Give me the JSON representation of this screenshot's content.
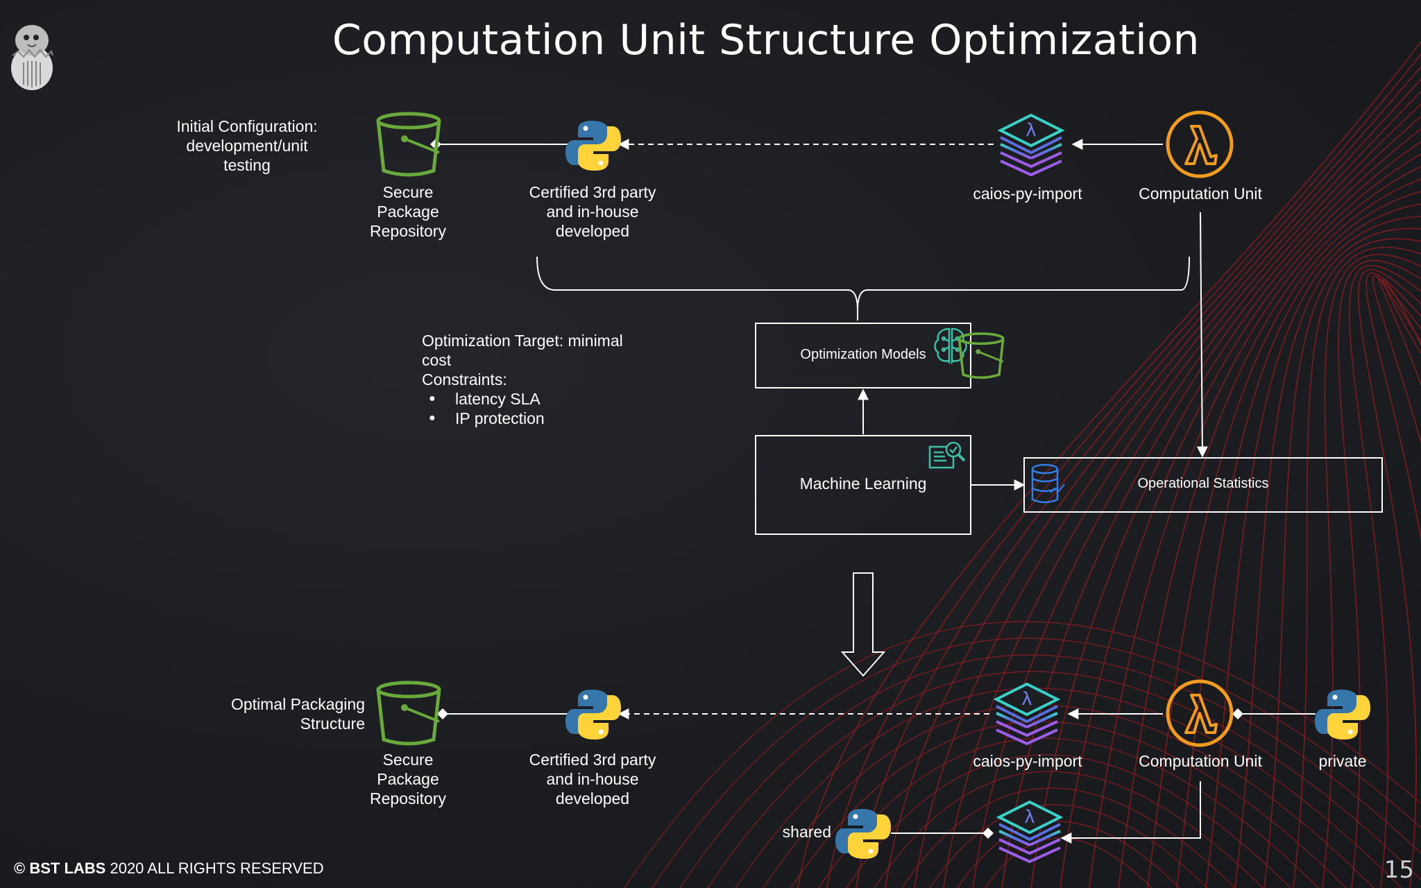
{
  "title": "Computation Unit Structure Optimization",
  "colors": {
    "background": "#1c1d21",
    "bucket_green": "#6aaa3d",
    "lambda_orange": "#f29c1f",
    "python_blue": "#3776ab",
    "python_yellow": "#ffd43b",
    "stack_gradient": [
      "#3ad2c8",
      "#5a6fe0",
      "#9b5de5"
    ],
    "ml_icon_teal": "#3dbfa6",
    "db_icon_blue": "#2f80ed",
    "decor_lines": "#8b1d1f"
  },
  "icons": {
    "logo": "egg-hatchling-logo",
    "bucket": "bucket-icon",
    "python": "python-icon",
    "layers": "lambda-layers-icon",
    "lambda": "lambda-icon",
    "brain": "brain-circuit-icon",
    "ml": "document-search-icon",
    "database": "database-icon"
  },
  "top_row": {
    "note": [
      "Initial Configuration:",
      "development/unit",
      "testing"
    ],
    "repository": [
      "Secure",
      "Package",
      "Repository"
    ],
    "certified": [
      "Certified 3rd party",
      "and in-house",
      "developed"
    ],
    "import_layer": "caios-py-import",
    "computation_unit": "Computation Unit"
  },
  "middle": {
    "target_lines": [
      "Optimization Target: minimal",
      "cost",
      "Constraints:"
    ],
    "constraints": [
      "latency SLA",
      "IP protection"
    ],
    "optimization_models": "Optimization Models",
    "machine_learning": "Machine Learning",
    "operational_statistics": "Operational Statistics"
  },
  "bottom_row": {
    "note": [
      "Optimal Packaging",
      "Structure"
    ],
    "repository": [
      "Secure",
      "Package",
      "Repository"
    ],
    "certified": [
      "Certified 3rd party",
      "and in-house",
      "developed"
    ],
    "import_layer": "caios-py-import",
    "computation_unit": "Computation Unit",
    "private": "private",
    "shared": "shared"
  },
  "footer": {
    "copyright": "©",
    "company": "BST LABS",
    "rights": "2020 ALL RIGHTS RESERVED"
  },
  "page_number": "15"
}
